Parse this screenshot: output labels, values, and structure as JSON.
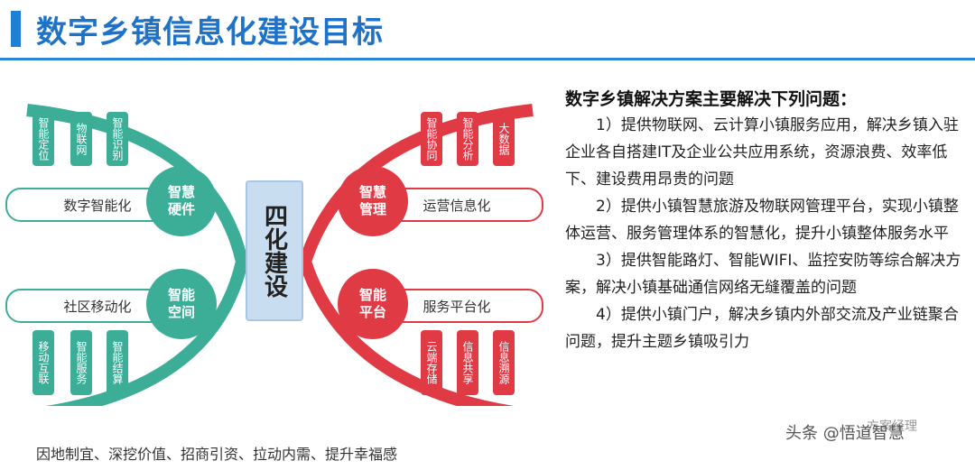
{
  "title": "数字乡镇信息化建设目标",
  "center_label": "四化建设",
  "left_top": {
    "boxes": [
      "智能定位",
      "物联网",
      "智能识别"
    ],
    "pill": "数字智能化",
    "circle": "智慧\n硬件"
  },
  "left_bottom": {
    "boxes": [
      "移动互联",
      "智能服务",
      "智能结算"
    ],
    "pill": "社区移动化",
    "circle": "智能\n空间"
  },
  "right_top": {
    "boxes": [
      "智能协同",
      "智能分析",
      "大数据"
    ],
    "pill": "运营信息化",
    "circle": "智慧\n管理"
  },
  "right_bottom": {
    "boxes": [
      "云端存储",
      "信息共享",
      "信息溯源"
    ],
    "pill": "服务平台化",
    "circle": "智能\n平台"
  },
  "bottom_caption": "因地制宜、深挖价值、招商引资、拉动内需、提升幸福感",
  "rhs": {
    "heading": "数字乡镇解决方案主要解决下列问题：",
    "items": [
      "1）提供物联网、云计算小镇服务应用，解决乡镇入驻企业各自搭建IT及企业公共应用系统，资源浪费、效率低下、建设费用昂贵的问题",
      "2）提供小镇智慧旅游及物联网管理平台，实现小镇整体运营、服务管理体系的智慧化，提升小镇整体服务水平",
      "3）提供智能路灯、智能WIFI、监控安防等综合解决方案，解决小镇基础通信网络无缝覆盖的问题",
      "4）提供小镇门户，解决乡镇内外部交流及产业链聚合问题，提升主题乡镇吸引力"
    ]
  },
  "watermark": {
    "main": "头条 @悟道智慧",
    "secondary": "方案经理"
  },
  "colors": {
    "accent": "#1e73c8",
    "green": "#3cae98",
    "red": "#e03a45"
  }
}
